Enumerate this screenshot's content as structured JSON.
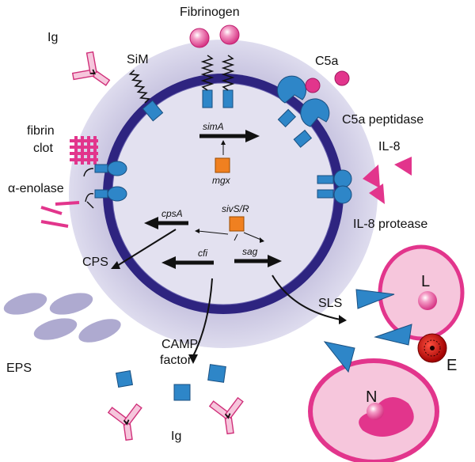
{
  "labels": {
    "fibrinogen": "Fibrinogen",
    "ig_top": "Ig",
    "sim": "SiM",
    "c5a": "C5a",
    "c5a_peptidase": "C5a peptidase",
    "fibrin_clot_1": "fibrin",
    "fibrin_clot_2": "clot",
    "alpha_enolase": "α-enolase",
    "il8": "IL-8",
    "il8_protease": "IL-8 protease",
    "cps": "CPS",
    "eps": "EPS",
    "camp_1": "CAMP",
    "camp_2": "factor",
    "ig_bottom": "Ig",
    "sls": "SLS",
    "cell_l": "L",
    "cell_n": "N",
    "cell_e": "E"
  },
  "genes": {
    "simA": "simA",
    "mgx": "mgx",
    "sivSR": "sivS/R",
    "cpsA": "cpsA",
    "cfi": "cfi",
    "sag": "sag"
  },
  "colors": {
    "halo": "#c4c0de",
    "wall": "#2e2480",
    "interior": "#e3e1f0",
    "receptor": "#2e86c8",
    "pink": "#e2358c",
    "pink_light": "#f6c6dc",
    "regulator": "#f08020",
    "eps": "#aeaad0"
  }
}
